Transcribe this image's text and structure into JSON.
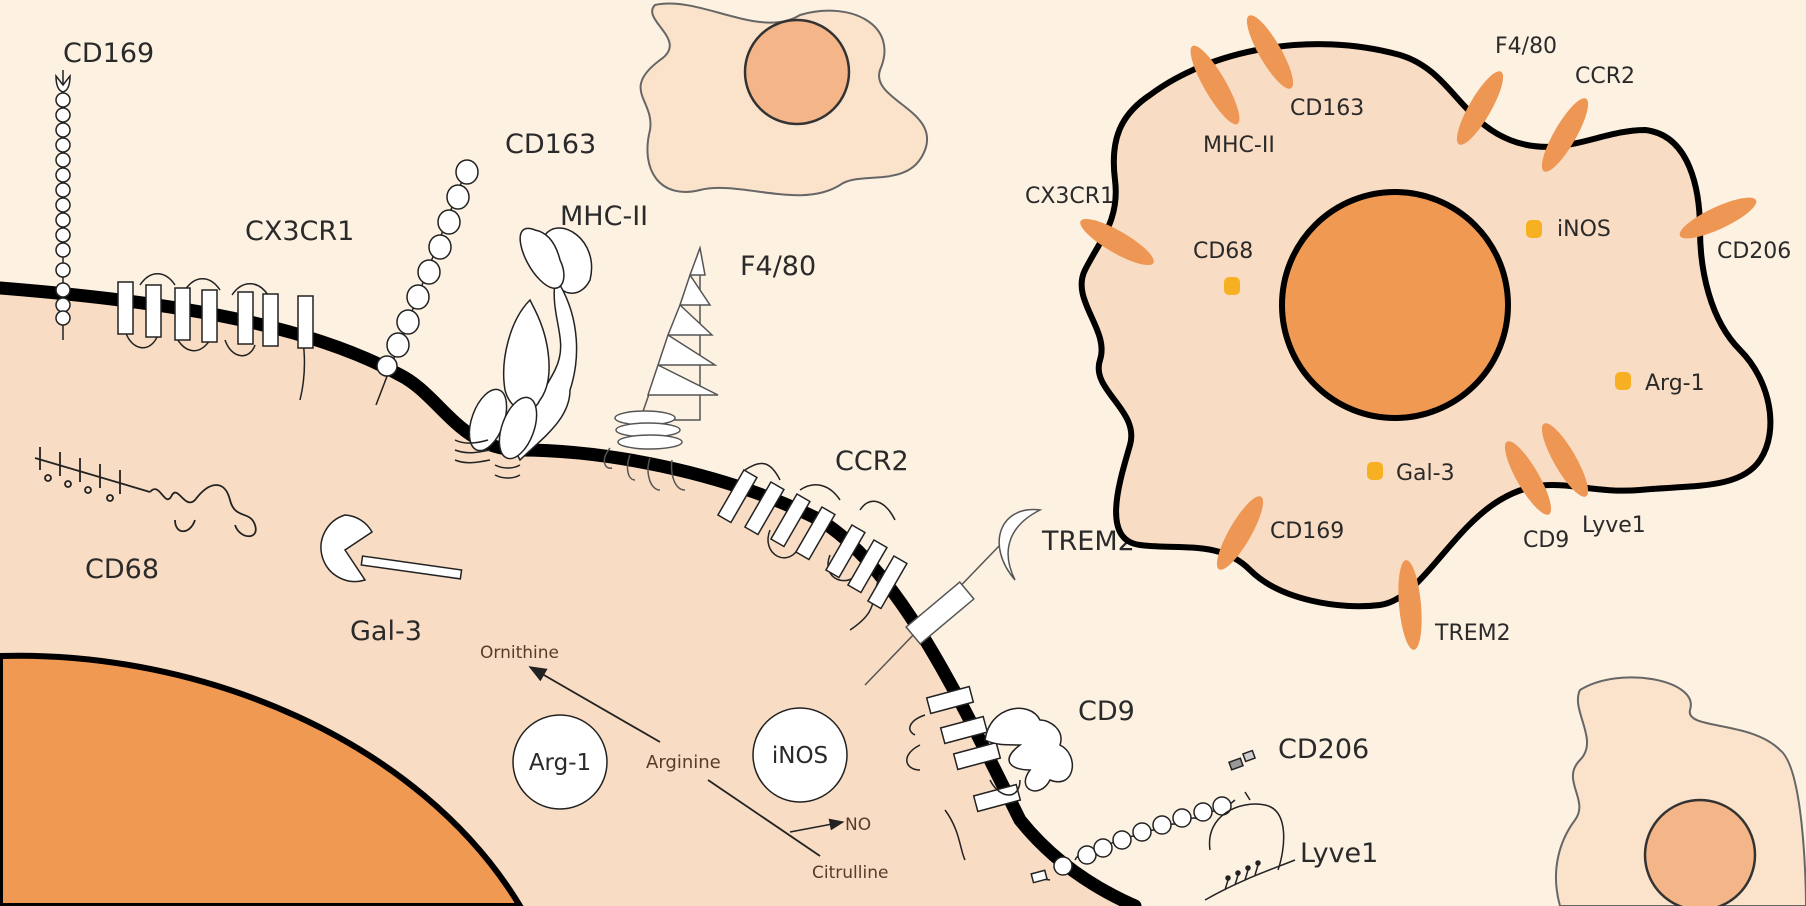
{
  "zoom_labels": {
    "cd169": "CD169",
    "cx3cr1": "CX3CR1",
    "cd163": "CD163",
    "mhc2": "MHC-II",
    "f480": "F4/80",
    "ccr2": "CCR2",
    "trem2": "TREM2",
    "cd9": "CD9",
    "cd206": "CD206",
    "lyve1": "Lyve1",
    "cd68": "CD68",
    "gal3": "Gal-3"
  },
  "pathway": {
    "arg1": "Arg-1",
    "inos": "iNOS",
    "arginine": "Arginine",
    "ornithine": "Ornithine",
    "citrulline": "Citrulline",
    "no": "NO"
  },
  "cell_labels": {
    "cd163": "CD163",
    "mhc2": "MHC-II",
    "f480": "F4/80",
    "ccr2": "CCR2",
    "cx3cr1": "CX3CR1",
    "cd68": "CD68",
    "inos": "iNOS",
    "cd206": "CD206",
    "arg1": "Arg-1",
    "gal3": "Gal-3",
    "cd169": "CD169",
    "cd9": "CD9",
    "lyve1": "Lyve1",
    "trem2": "TREM2"
  },
  "colors": {
    "background": "#fdf1e2",
    "cytoplasm": "#f8dcc3",
    "nucleus": "#ef9952",
    "receptor": "#ee9654",
    "granule": "#f8b023",
    "small_cell": "#fbe3cb",
    "small_nucleus": "#f4b688"
  }
}
